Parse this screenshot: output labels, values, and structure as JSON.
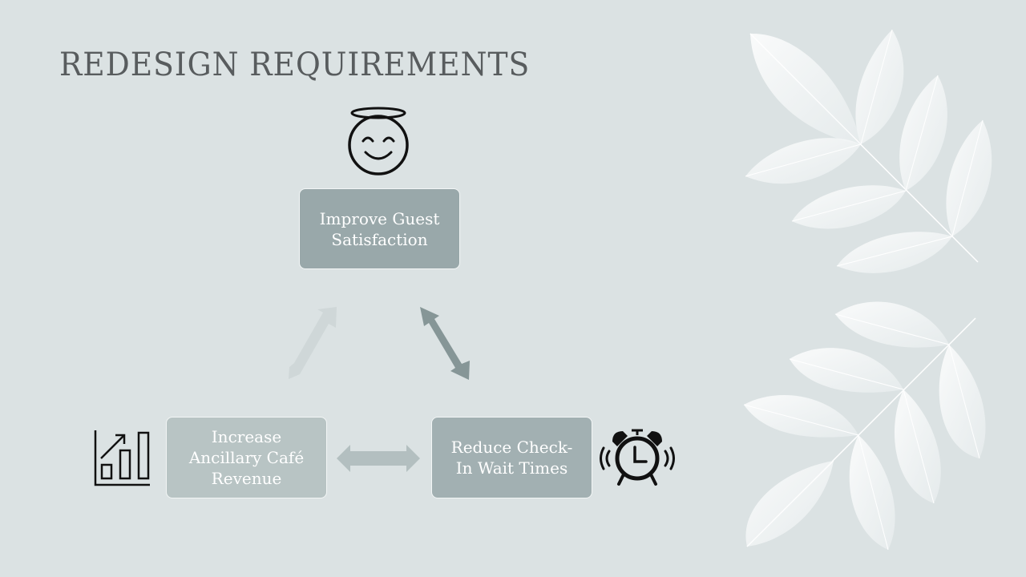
{
  "slide": {
    "title": "REDESIGN REQUIREMENTS"
  },
  "diagram": {
    "nodes": [
      {
        "id": "top",
        "label": "Improve Guest\nSatisfaction",
        "icon": "smiley-halo-icon",
        "fill": "#99a8aa"
      },
      {
        "id": "right",
        "label": "Reduce Check-\nIn Wait Times",
        "icon": "alarm-clock-icon",
        "fill": "#a2b0b2"
      },
      {
        "id": "left",
        "label": "Increase\nAncillary Café\nRevenue",
        "icon": "growth-bar-chart-icon",
        "fill": "#b8c4c4"
      }
    ],
    "arrows": [
      {
        "from": "left",
        "to": "top",
        "color": "#cfd7d8",
        "style": "double-headed"
      },
      {
        "from": "top",
        "to": "right",
        "color": "#869697",
        "style": "double-headed"
      },
      {
        "from": "left",
        "to": "right",
        "color": "#b3bfc0",
        "style": "double-headed"
      }
    ]
  },
  "decoration": {
    "leaf_color": "#f2f4f4",
    "background": "#dbe2e3"
  }
}
